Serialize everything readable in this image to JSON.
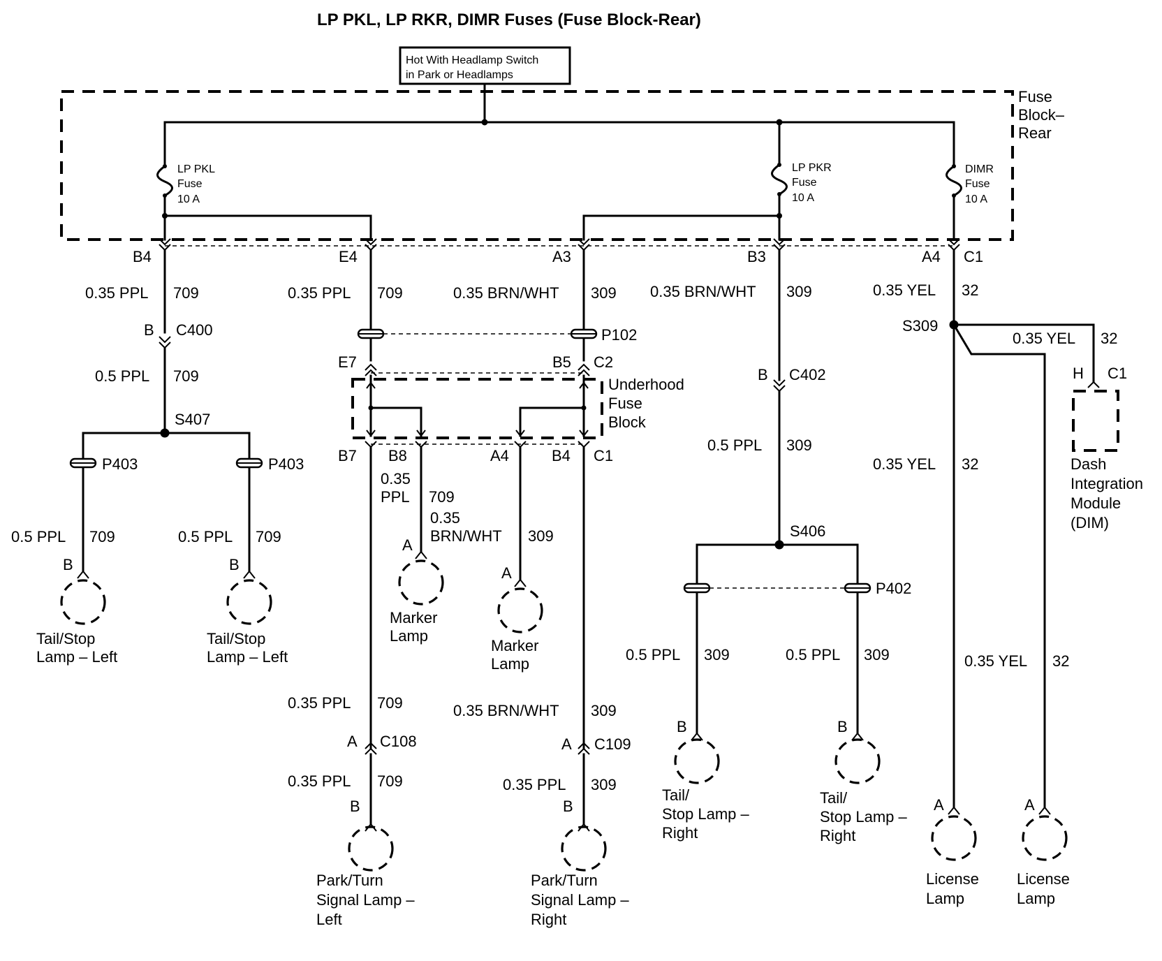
{
  "title": "LP PKL, LP RKR, DIMR Fuses (Fuse Block-Rear)",
  "source_box": [
    "Hot With Headlamp Switch",
    "in Park or Headlamps"
  ],
  "fuse_block_rear": [
    "Fuse",
    "Block–",
    "Rear"
  ],
  "fuses": {
    "pkl": [
      "LP PKL",
      "Fuse",
      "10 A"
    ],
    "pkr": [
      "LP PKR",
      "Fuse",
      "10 A"
    ],
    "dimr": [
      "DIMR",
      "Fuse",
      "10 A"
    ]
  },
  "terminals": {
    "b4": "B4",
    "e4": "E4",
    "a3": "A3",
    "b3": "B3",
    "a4": "A4",
    "c1": "C1",
    "e7": "E7",
    "b5": "B5",
    "c2": "C2",
    "b7": "B7",
    "b8": "B8",
    "a4_lower": "A4",
    "b4_lower": "B4",
    "c1_lower": "C1",
    "c400_pin": "B",
    "c402_pin": "B",
    "dim_pin": "H",
    "dim_conn": "C1",
    "c108_pin": "A",
    "c109_pin": "A"
  },
  "connectors": {
    "c400": "C400",
    "c402": "C402",
    "c108": "C108",
    "c109": "C109",
    "p102": "P102",
    "p403_left": "P403",
    "p403_right": "P403",
    "p402": "P402"
  },
  "splices": {
    "s407": "S407",
    "s406": "S406",
    "s309": "S309"
  },
  "underhood": [
    "Underhood",
    "Fuse",
    "Block"
  ],
  "wires": {
    "w1_size": "0.35 PPL",
    "w1_ckt": "709",
    "w2_size": "0.35 PPL",
    "w2_ckt": "709",
    "w3_size": "0.35 BRN/WHT",
    "w3_ckt": "309",
    "w4_size": "0.35 BRN/WHT",
    "w4_ckt": "309",
    "w5_size": "0.35 YEL",
    "w5_ckt": "32",
    "w6_size": "0.5 PPL",
    "w6_ckt": "709",
    "w7_size": "0.35 YEL",
    "w7_ckt": "32",
    "w8_size": "0.5 PPL",
    "w8_ckt": "309",
    "w9_size": "0.35 YEL",
    "w9_ckt": "32",
    "w10_size": "0.5 PPL",
    "w10_ckt": "709",
    "w11_size": "0.5 PPL",
    "w11_ckt": "709",
    "w12_size_a": "0.35",
    "w12_size_b": "PPL",
    "w12_ckt": "709",
    "w13_size_a": "0.35",
    "w13_size_b": "BRN/WHT",
    "w13_ckt": "309",
    "w14_size": "0.5 PPL",
    "w14_ckt": "309",
    "w15_size": "0.5 PPL",
    "w15_ckt": "309",
    "w16_size": "0.35 YEL",
    "w16_ckt": "32",
    "w17_size": "0.35 PPL",
    "w17_ckt": "709",
    "w18_size": "0.35 BRN/WHT",
    "w18_ckt": "309",
    "w19_size": "0.35 PPL",
    "w19_ckt": "709",
    "w20_size": "0.35 PPL",
    "w20_ckt": "309"
  },
  "lamp_pins": {
    "tail_left_1": "B",
    "tail_left_2": "B",
    "marker_1": "A",
    "marker_2": "A",
    "tail_right_1": "B",
    "tail_right_2": "B",
    "park_left": "B",
    "park_right": "B",
    "license_1": "A",
    "license_2": "A"
  },
  "lamps": {
    "tail_left_1": [
      "Tail/Stop",
      "Lamp – Left"
    ],
    "tail_left_2": [
      "Tail/Stop",
      "Lamp – Left"
    ],
    "marker_1": [
      "Marker",
      "Lamp"
    ],
    "marker_2": [
      "Marker",
      "Lamp"
    ],
    "tail_right_1": [
      "Tail/",
      "Stop Lamp –",
      "Right"
    ],
    "tail_right_2": [
      "Tail/",
      "Stop Lamp –",
      "Right"
    ],
    "park_left": [
      "Park/Turn",
      "Signal Lamp –",
      "Left"
    ],
    "park_right": [
      "Park/Turn",
      "Signal Lamp –",
      "Right"
    ],
    "license_1": [
      "License",
      "Lamp"
    ],
    "license_2": [
      "License",
      "Lamp"
    ]
  },
  "dim": [
    "Dash",
    "Integration",
    "Module",
    "(DIM)"
  ]
}
